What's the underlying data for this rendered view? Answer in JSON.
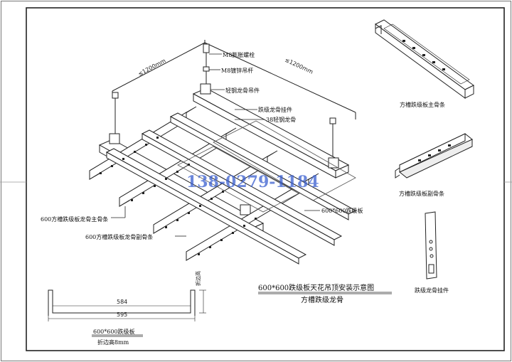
{
  "diagram": {
    "title": "600*600跌级板天花吊顶安装示意图",
    "subtitle": "方槽跌级龙骨",
    "watermark": "138-0279-1184",
    "labels": {
      "bolt": "M8膨胀螺栓",
      "rod": "M8镀锌吊杆",
      "hanger": "轻钢龙骨吊件",
      "clip": "跌级龙骨挂件",
      "keel38": "38轻钢龙骨",
      "main_keel": "600方槽跌级板龙骨主骨条",
      "sub_keel": "600方槽跌级板龙骨副骨条",
      "panel": "600*600跌级板"
    },
    "dims": {
      "d1": "≤1200mm",
      "d2": "≤1200mm"
    },
    "profile": {
      "inner": "584",
      "outer": "595",
      "title": "600*600跌级板",
      "edge": "折边高8mm",
      "side": "折边高"
    },
    "parts": {
      "main": "方槽跌级板主骨条",
      "sub": "方槽跌级板副骨条",
      "clip": "跌级龙骨挂件"
    }
  },
  "colors": {
    "line": "#222222",
    "frame": "#333333",
    "watermark": "#3a5fd0"
  }
}
